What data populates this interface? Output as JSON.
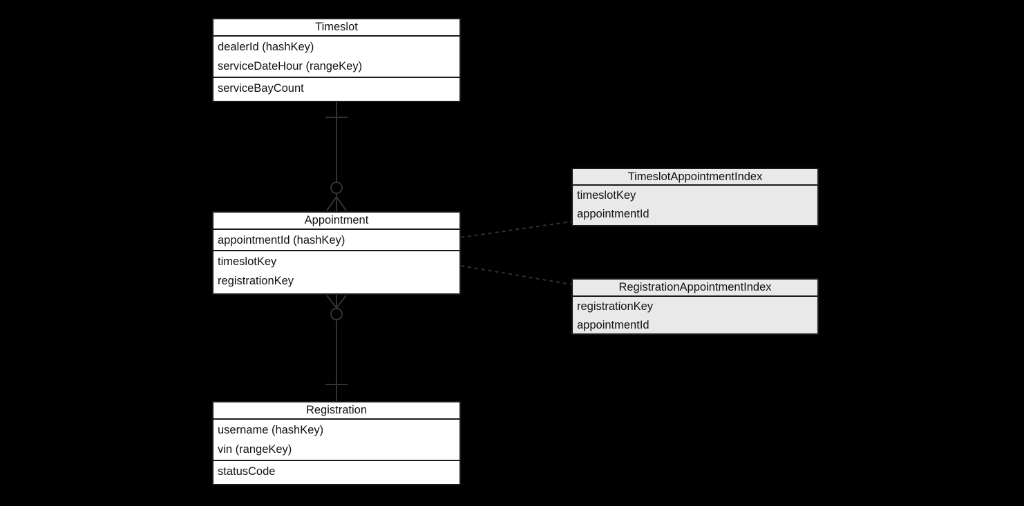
{
  "diagram": {
    "type": "entity-relationship",
    "background_color": "#000000",
    "connector_color": "#333333",
    "table_fill_color": "#ffffff",
    "index_fill_color": "#e9e9e9",
    "border_color": "#1a1a1a",
    "notation": "crow-foot"
  },
  "entities": {
    "timeslot": {
      "title": "Timeslot",
      "keys": [
        "dealerId (hashKey)",
        "serviceDateHour (rangeKey)"
      ],
      "attributes": [
        "serviceBayCount"
      ]
    },
    "appointment": {
      "title": "Appointment",
      "keys": [
        "appointmentId (hashKey)"
      ],
      "attributes": [
        "timeslotKey",
        "registrationKey"
      ]
    },
    "registration": {
      "title": "Registration",
      "keys": [
        "username (hashKey)",
        "vin (rangeKey)"
      ],
      "attributes": [
        "statusCode"
      ]
    }
  },
  "indexes": {
    "timeslot_appointment": {
      "title": "TimeslotAppointmentIndex",
      "fields": [
        "timeslotKey",
        "appointmentId"
      ]
    },
    "registration_appointment": {
      "title": "RegistrationAppointmentIndex",
      "fields": [
        "registrationKey",
        "appointmentId"
      ]
    }
  },
  "relationships": [
    {
      "from": "Timeslot",
      "to": "Appointment",
      "from_cardinality": "one",
      "to_cardinality": "zero-or-many",
      "line_style": "solid"
    },
    {
      "from": "Registration",
      "to": "Appointment",
      "from_cardinality": "one",
      "to_cardinality": "zero-or-many",
      "line_style": "solid"
    },
    {
      "from": "Appointment",
      "to": "TimeslotAppointmentIndex",
      "line_style": "dashed"
    },
    {
      "from": "Appointment",
      "to": "RegistrationAppointmentIndex",
      "line_style": "dashed"
    }
  ]
}
